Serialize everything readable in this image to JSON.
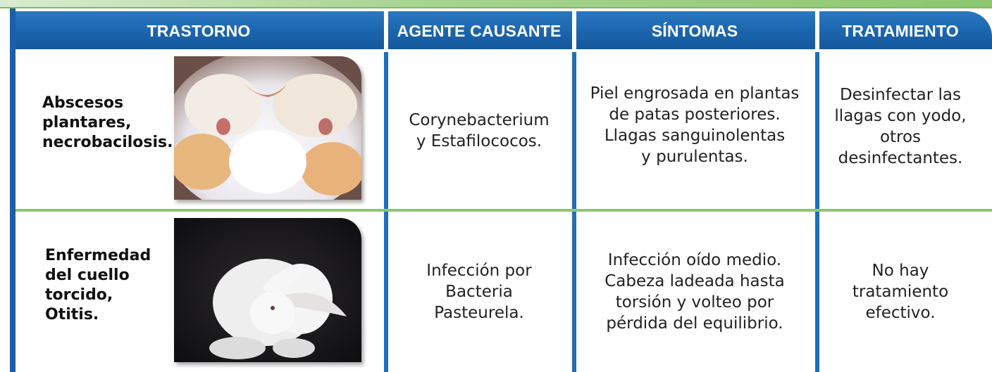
{
  "header": {
    "col1": "TRASTORNO",
    "col2": "AGENTE CAUSANTE",
    "col3": "SÍNTOMAS",
    "col4": "TRATAMIENTO"
  },
  "rows": [
    {
      "disorder_lines": [
        "Abscesos",
        "plantares,",
        "necrobacilosis."
      ],
      "image": "photo of rabbit feet with plantar abscesses",
      "agent_lines": [
        "Corynebacterium",
        "y Estafilococos."
      ],
      "symptoms_lines": [
        "Piel engrosada en plantas",
        "de patas posteriores.",
        "Llagas sanguinolentas",
        "y purulentas."
      ],
      "treatment_lines": [
        "Desinfectar las",
        "llagas con yodo,",
        "otros",
        "desinfectantes."
      ]
    },
    {
      "disorder_lines": [
        "Enfermedad",
        "del cuello",
        "torcido,",
        "Otitis."
      ],
      "image": "photo of white rabbit with tilted head",
      "agent_lines": [
        "Infección por",
        "Bacteria",
        "Pasteurela."
      ],
      "symptoms_lines": [
        "Infección oído medio.",
        "Cabeza ladeada hasta",
        "torsión y volteo por",
        "pérdida del equilibrio."
      ],
      "treatment_lines": [
        "No hay",
        "tratamiento",
        "efectivo."
      ]
    }
  ],
  "colors": {
    "header_blue": "#1a63ab",
    "divider_green": "#8cc76f",
    "column_blue": "#1f6fb8"
  }
}
